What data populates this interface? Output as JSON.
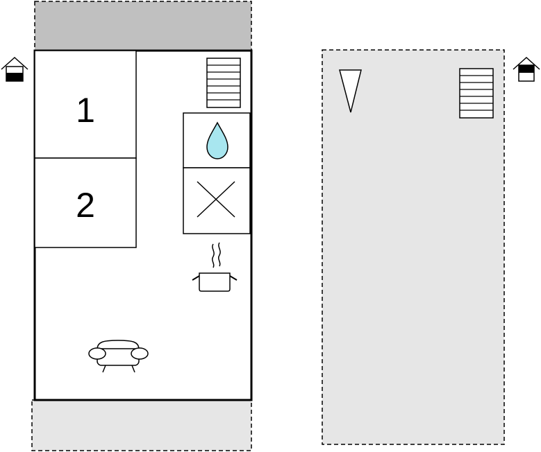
{
  "floorplan": {
    "rooms": [
      {
        "number": "1",
        "kind": "bedroom"
      },
      {
        "number": "2",
        "kind": "bedroom"
      }
    ],
    "icons": {
      "house_entry_left": "house-floor-icon",
      "house_entry_right": "house-floor-icon",
      "stairs_main": "stairs-icon",
      "stairs_second": "stairs-icon",
      "shower": "water-drop-icon",
      "toilet": "toilet-x-icon",
      "kitchen": "cooking-pot-icon",
      "living": "armchair-icon",
      "outdoor_marker": "triangle-marker-icon"
    },
    "colors": {
      "outdoor_area": "#c0c0c0",
      "second_floor_fill": "#e6e6e6",
      "water_drop": "#a8e6ef",
      "line": "#000000"
    }
  }
}
